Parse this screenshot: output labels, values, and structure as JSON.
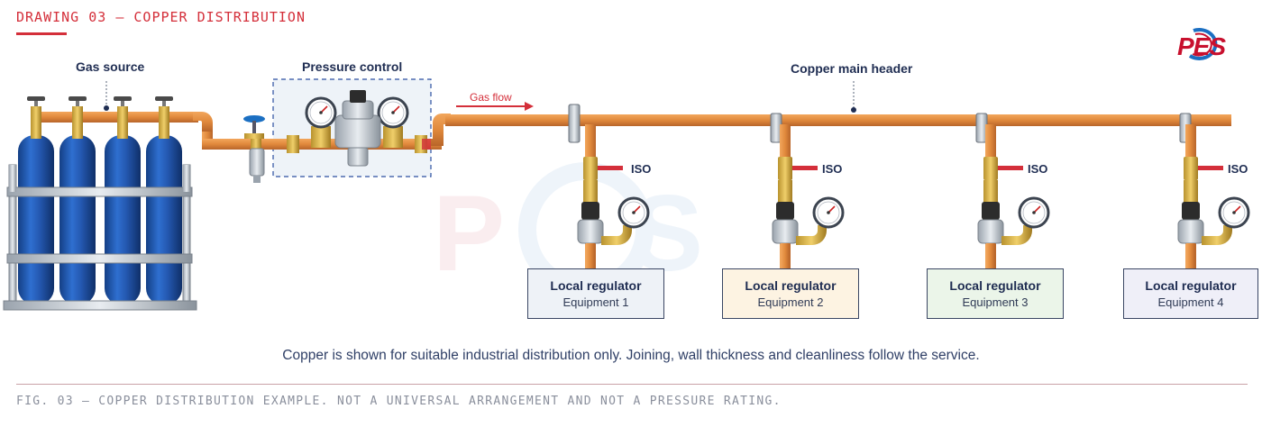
{
  "header": {
    "title": "DRAWING 03 — COPPER DISTRIBUTION"
  },
  "logo": {
    "text": "PES",
    "colors": [
      "#c8102e",
      "#1b6fc2"
    ]
  },
  "watermark": {
    "text": "PES"
  },
  "labels": {
    "gas_source": "Gas source",
    "pressure_control": "Pressure control",
    "copper_main_header": "Copper main header",
    "gas_flow": "Gas flow"
  },
  "branches": [
    {
      "iso": "ISO",
      "title": "Local regulator",
      "subtitle": "Equipment 1",
      "fill": "#eef2f7"
    },
    {
      "iso": "ISO",
      "title": "Local regulator",
      "subtitle": "Equipment 2",
      "fill": "#fdf3e2"
    },
    {
      "iso": "ISO",
      "title": "Local regulator",
      "subtitle": "Equipment 3",
      "fill": "#ebf5e9"
    },
    {
      "iso": "ISO",
      "title": "Local regulator",
      "subtitle": "Equipment 4",
      "fill": "#efeff8"
    }
  ],
  "note": "Copper is shown for suitable industrial distribution only. Joining, wall thickness and cleanliness follow the service.",
  "caption": "FIG. 03 — COPPER DISTRIBUTION EXAMPLE. NOT A UNIVERSAL ARRANGEMENT AND NOT A PRESSURE RATING.",
  "colors": {
    "accent": "#d42f3a",
    "copper": "#e0893c",
    "cylinder": "#1f55a8",
    "text": "#1f2d52"
  }
}
